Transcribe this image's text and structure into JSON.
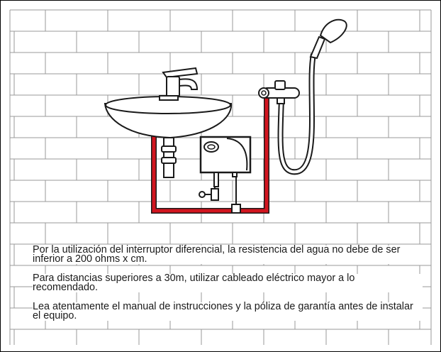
{
  "colors": {
    "background": "#ffffff",
    "brick_line": "#9a9a9a",
    "pipe": "#d2151f",
    "outline": "#1a1a1a",
    "border": "#000000"
  },
  "icons": {
    "sink": "washbasin-icon",
    "faucet": "mixer-faucet-icon",
    "heater": "instant-water-heater-icon",
    "shower": "hand-shower-icon",
    "valve": "stop-valve-icon"
  },
  "notes": [
    "Por la utilización del interruptor diferencial, la resistencia del agua no debe de ser inferior a 200 ohms x cm.",
    "Para distancias superiores a 30m, utilizar cableado eléctrico mayor a lo recomendado.",
    "Lea atentamente el manual de instrucciones y la póliza de garantía antes de instalar el equipo."
  ]
}
